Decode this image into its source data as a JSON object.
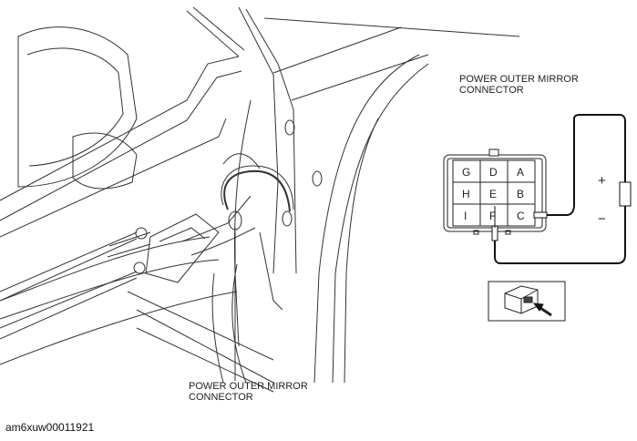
{
  "labels": {
    "connector_top_line1": "POWER OUTER MIRROR",
    "connector_top_line2": "CONNECTOR",
    "connector_bottom_line1": "POWER OUTER MIRROR",
    "connector_bottom_line2": "CONNECTOR"
  },
  "connector": {
    "pins": [
      [
        "G",
        "D",
        "A"
      ],
      [
        "H",
        "E",
        "B"
      ],
      [
        "I",
        "F",
        "C"
      ]
    ]
  },
  "battery": {
    "positive": "+",
    "negative": "−"
  },
  "caption": "am6xuw00011921",
  "icons": {
    "view_direction": "connector-view-direction-icon"
  }
}
